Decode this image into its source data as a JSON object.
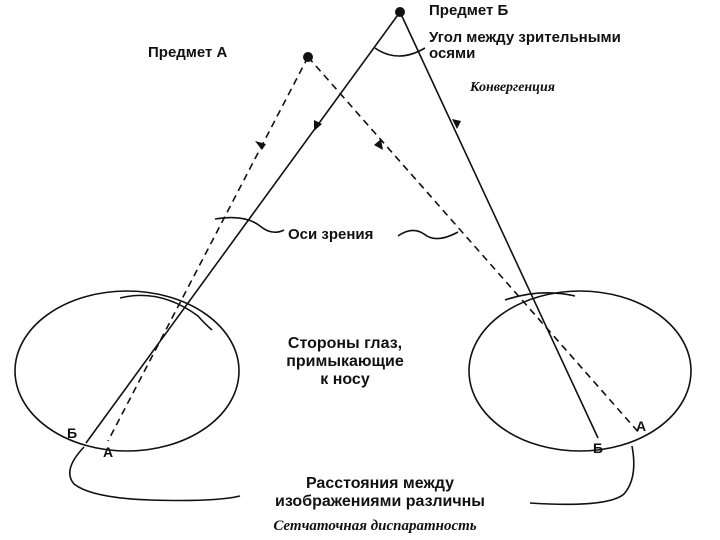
{
  "labels": {
    "object_b": "Предмет Б",
    "object_a": "Предмет А",
    "angle_line1": "Угол между зрительными",
    "angle_line2": "осями",
    "convergence": "Конвергенция",
    "visual_axes": "Оси зрения",
    "nasal_line1": "Стороны глаз,",
    "nasal_line2": "примыкающие",
    "nasal_line3": "к носу",
    "dist_line1": "Расстояния между",
    "dist_line2": "изображениями различны",
    "disparity": "Сетчаточная диспаратность",
    "left_b": "Б",
    "left_a": "А",
    "right_b": "Б",
    "right_a": "А"
  }
}
